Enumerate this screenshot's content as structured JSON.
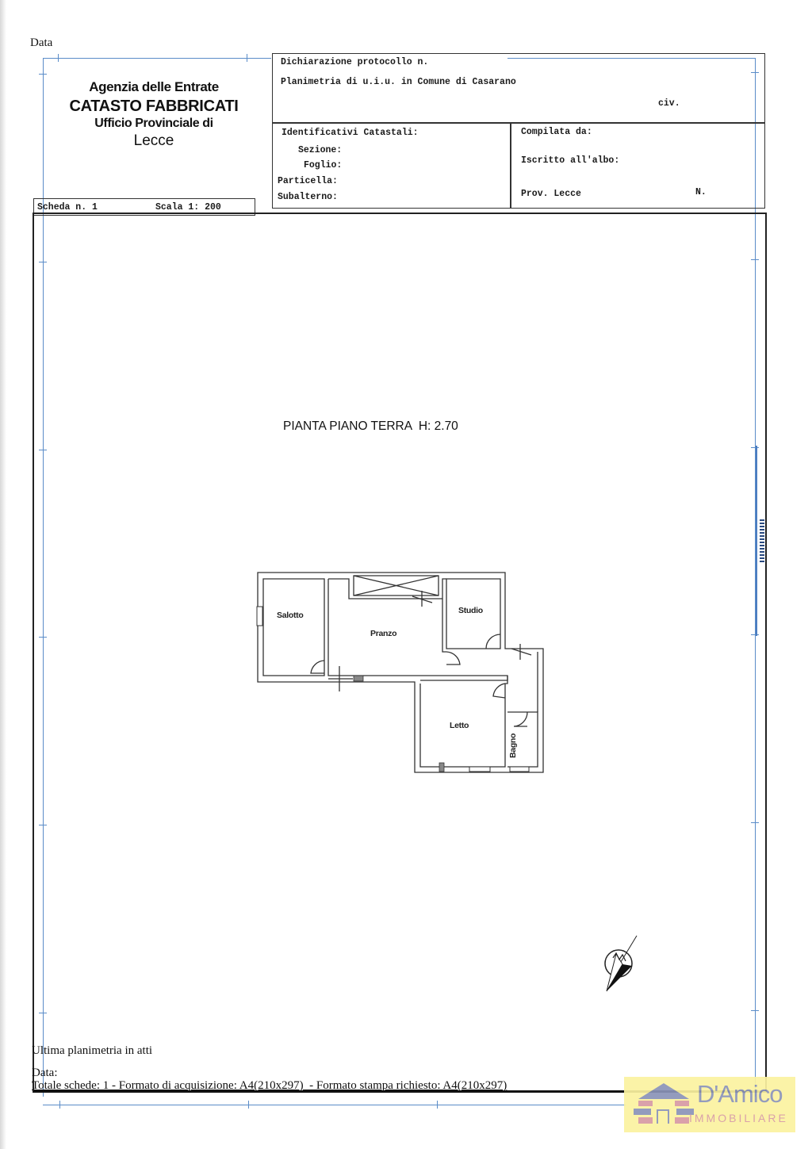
{
  "page": {
    "top_label": "Data"
  },
  "header": {
    "agency": "Agenzia delle Entrate",
    "catasto": "CATASTO FABBRICATI",
    "ufficio": "Ufficio Provinciale di",
    "city": "Lecce"
  },
  "declaration": {
    "protocol": "Dichiarazione protocollo n.",
    "planimetria": "Planimetria di u.i.u. in Comune di Casarano",
    "civ": "civ."
  },
  "identifiers": {
    "title": "Identificativi Catastali:",
    "sezione": "Sezione:",
    "foglio": "Foglio:",
    "particella": "Particella:",
    "subalterno": "Subalterno:"
  },
  "compiler": {
    "compilata": "Compilata da:",
    "iscritto": "Iscritto all'albo:",
    "prov": "Prov. Lecce",
    "n": "N."
  },
  "scheda": {
    "number": "Scheda n. 1",
    "scale": "Scala 1: 200"
  },
  "plan": {
    "title": "PIANTA PIANO TERRA  H: 2.70",
    "rooms": [
      {
        "name": "Salotto"
      },
      {
        "name": "Pranzo"
      },
      {
        "name": "Studio"
      },
      {
        "name": "Letto"
      },
      {
        "name": "Bagno"
      }
    ]
  },
  "footer": {
    "ultima": "Ultima planimetria in atti",
    "data": "Data:",
    "totale": "Totale schede: 1 - Formato di acquisizione: A4(210x297)  - Formato stampa richiesto: A4(210x297)"
  },
  "watermark": {
    "brand": "D'Amico",
    "sub": "IMMOBILIARE",
    "bg_color": "#fbf2a0",
    "text_color": "#8a93b8",
    "brick_color": "#d79aa3"
  },
  "colors": {
    "grid_blue": "#5a8cc8",
    "frame": "#222222"
  }
}
